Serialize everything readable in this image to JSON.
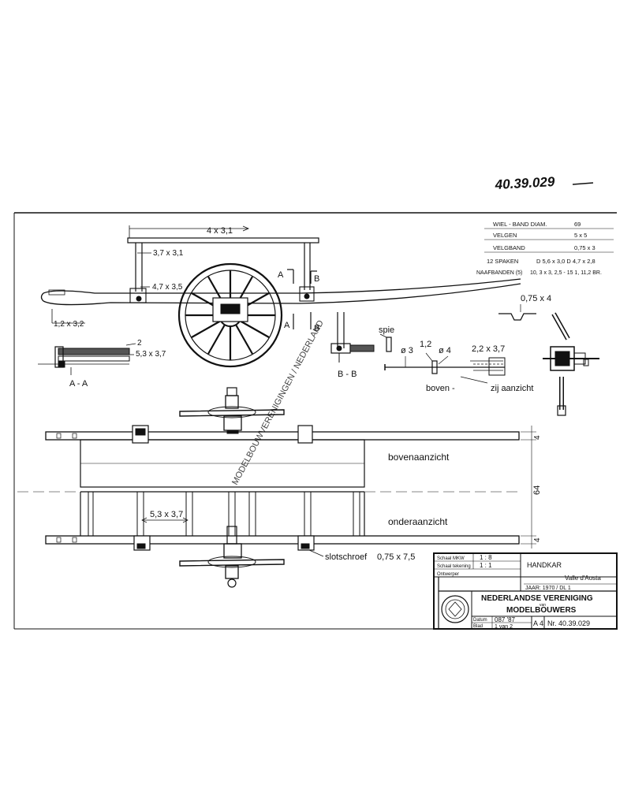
{
  "handwritten_number": "40.39.029",
  "spec_table": [
    {
      "label": "WIEL - BAND DIAM.",
      "value": "69"
    },
    {
      "label": "VELGEN",
      "value": "5 x 5"
    },
    {
      "label": "VELGBAND",
      "value": "0,75 x 3"
    },
    {
      "label": "12 SPAKEN",
      "value": "D 5,6 x 3,0   D 4,7 x 2,8"
    },
    {
      "label": "NAAFBANDEN (5)",
      "value": "10, 3 x 3, 2,5 - 15 1, 11,2 BR."
    }
  ],
  "dims": {
    "top_bar": "4 x 3,1",
    "d37": "3,7 x 3,1",
    "d47": "4,7 x 3,5",
    "d12": "1,2 x 3,2",
    "d2": "2",
    "d53": "5,3 x 3,7",
    "d075": "0,75 x 4",
    "d53b": "5,3 x 3,7",
    "d64": "64",
    "d4a": "4",
    "d4b": "4",
    "phi3": "ø 3",
    "d12b": "1,2",
    "phi4": "ø 4",
    "d22": "2,2 x 3,7",
    "slot": "slotschroef",
    "slot_dim": "0,75 x 7,5"
  },
  "labels": {
    "a_top": "A",
    "a_bot": "A",
    "b_top": "B",
    "b_bot": "B",
    "section_aa": "A - A",
    "section_bb": "B - B",
    "spie": "spie",
    "boven": "boven -",
    "zij": "zij aanzicht",
    "bovenaanzicht": "bovenaanzicht",
    "onderaanzicht": "onderaanzicht"
  },
  "watermark": "MODELBOUWVERENIGINGEN / NEDERLAND",
  "title_block": {
    "schaal_label": "Schaal MKW",
    "schaal": "1 : 8",
    "model_label": "Schaal tekening",
    "model": "1 : 1",
    "ontwerper_label": "Ontwerper",
    "name": "HANDKAR",
    "place": "Valle d'Aosta",
    "drawn": "JAAR: 1970 / DL 1",
    "org_line1": "NEDERLANDSE VERENIGING",
    "org_van": "van",
    "org_line2": "MODELBOUWERS",
    "datum_label": "Datum",
    "datum": "087 '87",
    "blad_label": "Blad",
    "blad": "1  van  2",
    "format": "A 4",
    "number": "Nr. 40.39.029"
  },
  "colors": {
    "ink": "#111111",
    "paper": "#ffffff"
  }
}
